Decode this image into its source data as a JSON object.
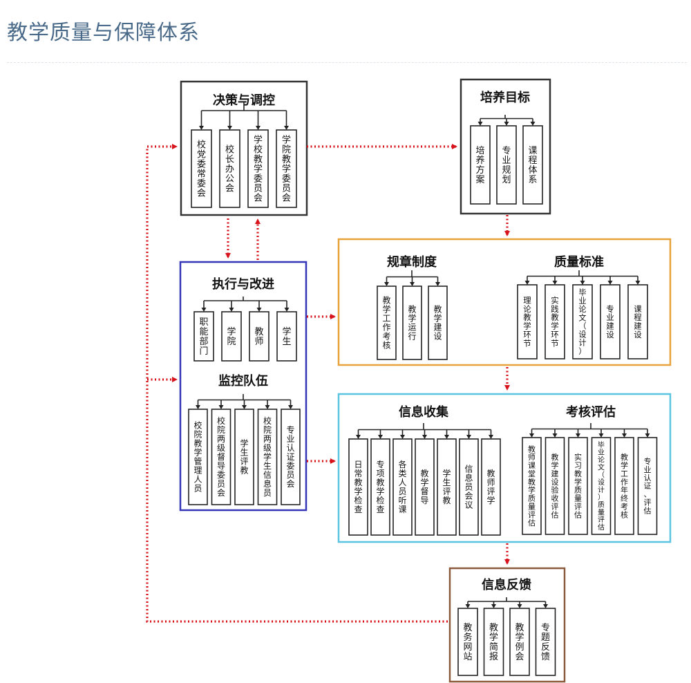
{
  "page": {
    "title": "教学质量与保障体系"
  },
  "diagram": {
    "groups": [
      {
        "id": "decision",
        "title": "决策与调控",
        "color": "#333333",
        "items": [
          "校党委常委会",
          "校长办公会",
          "学校教学委员会",
          "学院教学委员会"
        ]
      },
      {
        "id": "goals",
        "title": "培养目标",
        "color": "#333333",
        "items": [
          "培养方案",
          "专业规划",
          "课程体系"
        ]
      },
      {
        "id": "execute",
        "title": "执行与改进",
        "color": "#3535b8",
        "items": [
          "职能部门",
          "学院",
          "教师",
          "学生"
        ]
      },
      {
        "id": "monitor",
        "title": "监控队伍",
        "color": "#3535b8",
        "items": [
          "校院教学管理人员",
          "校院两级督导委员会",
          "学生评教",
          "校院两级学生信息员",
          "专业认证委员会"
        ]
      },
      {
        "id": "rules",
        "title": "规章制度",
        "color": "#e8a23a",
        "items": [
          "教学工作考核",
          "教学运行",
          "教学建设"
        ]
      },
      {
        "id": "standards",
        "title": "质量标准",
        "color": "#e8a23a",
        "items": [
          "理论教学环节",
          "实践教学环节",
          "毕业论文（设计）",
          "专业建设",
          "课程建设"
        ]
      },
      {
        "id": "collect",
        "title": "信息收集",
        "color": "#5bc4e0",
        "items": [
          "日常教学检查",
          "专项教学检查",
          "各类人员听课",
          "教学督导",
          "学生评教",
          "信息员会议",
          "教师评学"
        ]
      },
      {
        "id": "assess",
        "title": "考核评估",
        "color": "#5bc4e0",
        "items": [
          "教师课堂教学质量评估",
          "教学建设验收评估",
          "实习教学质量评估",
          "毕业论文（设计）质量评估",
          "教学工作年终考核",
          "专业认证、评估"
        ]
      },
      {
        "id": "feedback",
        "title": "信息反馈",
        "color": "#8b5a3c",
        "items": [
          "教务网站",
          "教学简报",
          "教学例会",
          "专题反馈"
        ]
      }
    ],
    "arrow_color": "#d8131c"
  }
}
